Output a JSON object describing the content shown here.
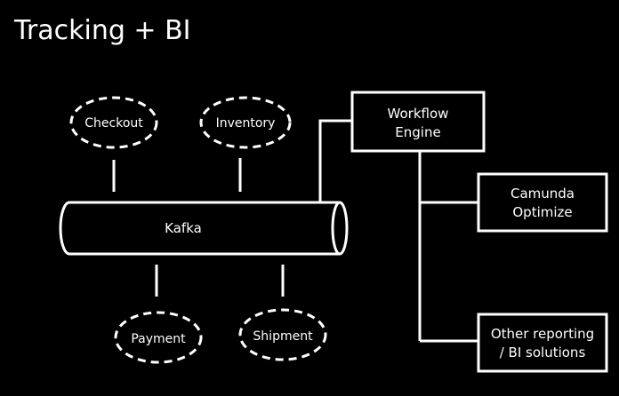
{
  "title": "Tracking + BI",
  "colors": {
    "background": "#000000",
    "foreground": "#ffffff"
  },
  "services": {
    "checkout": "Checkout",
    "inventory": "Inventory",
    "payment": "Payment",
    "shipment": "Shipment"
  },
  "bus": {
    "label": "Kafka"
  },
  "workflow_engine": {
    "line1": "Workflow",
    "line2": "Engine"
  },
  "camunda_optimize": {
    "line1": "Camunda",
    "line2": "Optimize"
  },
  "other_reporting": {
    "line1": "Other reporting",
    "line2": "/ BI solutions"
  }
}
